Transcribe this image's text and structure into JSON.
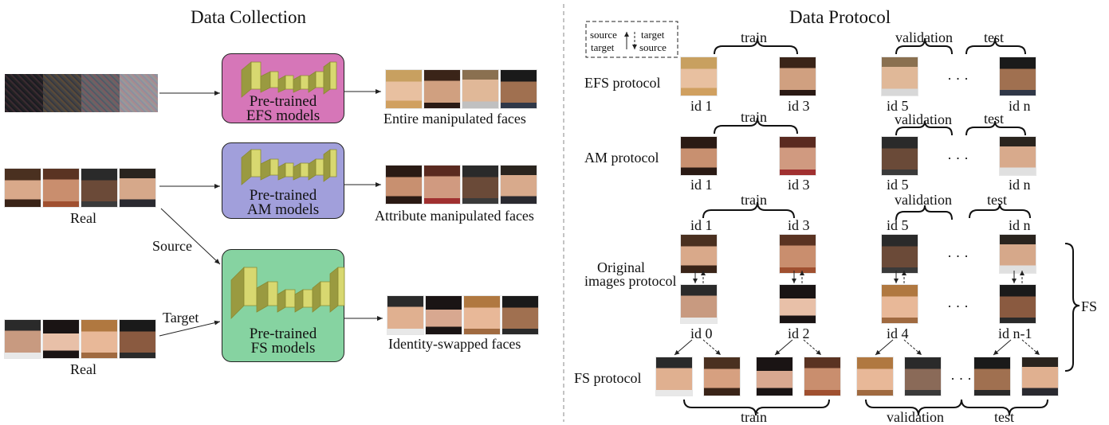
{
  "left": {
    "title": "Data Collection",
    "efs_box": {
      "line1": "Pre-trained",
      "line2": "EFS models",
      "color": "#d676b8"
    },
    "am_box": {
      "line1": "Pre-trained",
      "line2": "AM models",
      "color": "#a19fdb"
    },
    "fs_box": {
      "line1": "Pre-trained",
      "line2": "FS models",
      "color": "#86d3a1"
    },
    "efs_output": "Entire manipulated faces",
    "am_output": "Attribute manipulated faces",
    "fs_output": "Identity-swapped faces",
    "real_label_1": "Real",
    "real_label_2": "Real",
    "source_label": "Source",
    "target_label": "Target"
  },
  "right": {
    "title": "Data Protocol",
    "legend": {
      "source_left": "source",
      "target_left": "target",
      "target_right": "target",
      "source_right": "source"
    },
    "efs_protocol": "EFS protocol",
    "am_protocol": "AM protocol",
    "orig_protocol_1": "Original",
    "orig_protocol_2": "images protocol",
    "fs_protocol": "FS protocol",
    "fs_brace_label": "FS",
    "train": "train",
    "validation": "validation",
    "test": "test",
    "ellipsis": "· · ·",
    "ids": {
      "id1": "id 1",
      "id3": "id 3",
      "id5": "id 5",
      "idn": "id n",
      "id0": "id 0",
      "id2": "id 2",
      "id4": "id 4",
      "idn1": "id n-1"
    }
  }
}
